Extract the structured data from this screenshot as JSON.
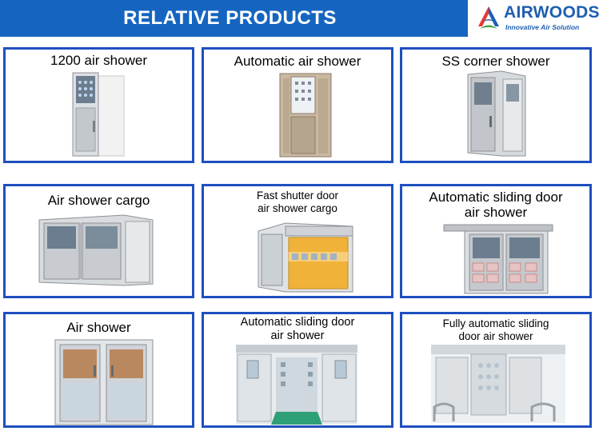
{
  "header": {
    "title": "RELATIVE PRODUCTS",
    "band_color": "#1565c0"
  },
  "logo": {
    "name": "AIRWOODS",
    "tagline": "Innovative Air Solution",
    "icon": "airwoods-logo-icon",
    "colors": [
      "#1e5fb0",
      "#e53935",
      "#43a047"
    ]
  },
  "card_border_color": "#1f4fbf",
  "products": [
    {
      "title": "1200 air shower"
    },
    {
      "title": "Automatic air shower"
    },
    {
      "title": "SS corner shower"
    },
    {
      "title": "Air shower cargo"
    },
    {
      "title_line1": "Fast shutter door",
      "title_line2": "air shower cargo"
    },
    {
      "title_line1": "Automatic sliding door",
      "title_line2": "air shower"
    },
    {
      "title": "Air shower"
    },
    {
      "title_line1": "Automatic sliding door",
      "title_line2": "air shower"
    },
    {
      "title_line1": "Fully automatic sliding",
      "title_line2": "door air shower"
    }
  ]
}
